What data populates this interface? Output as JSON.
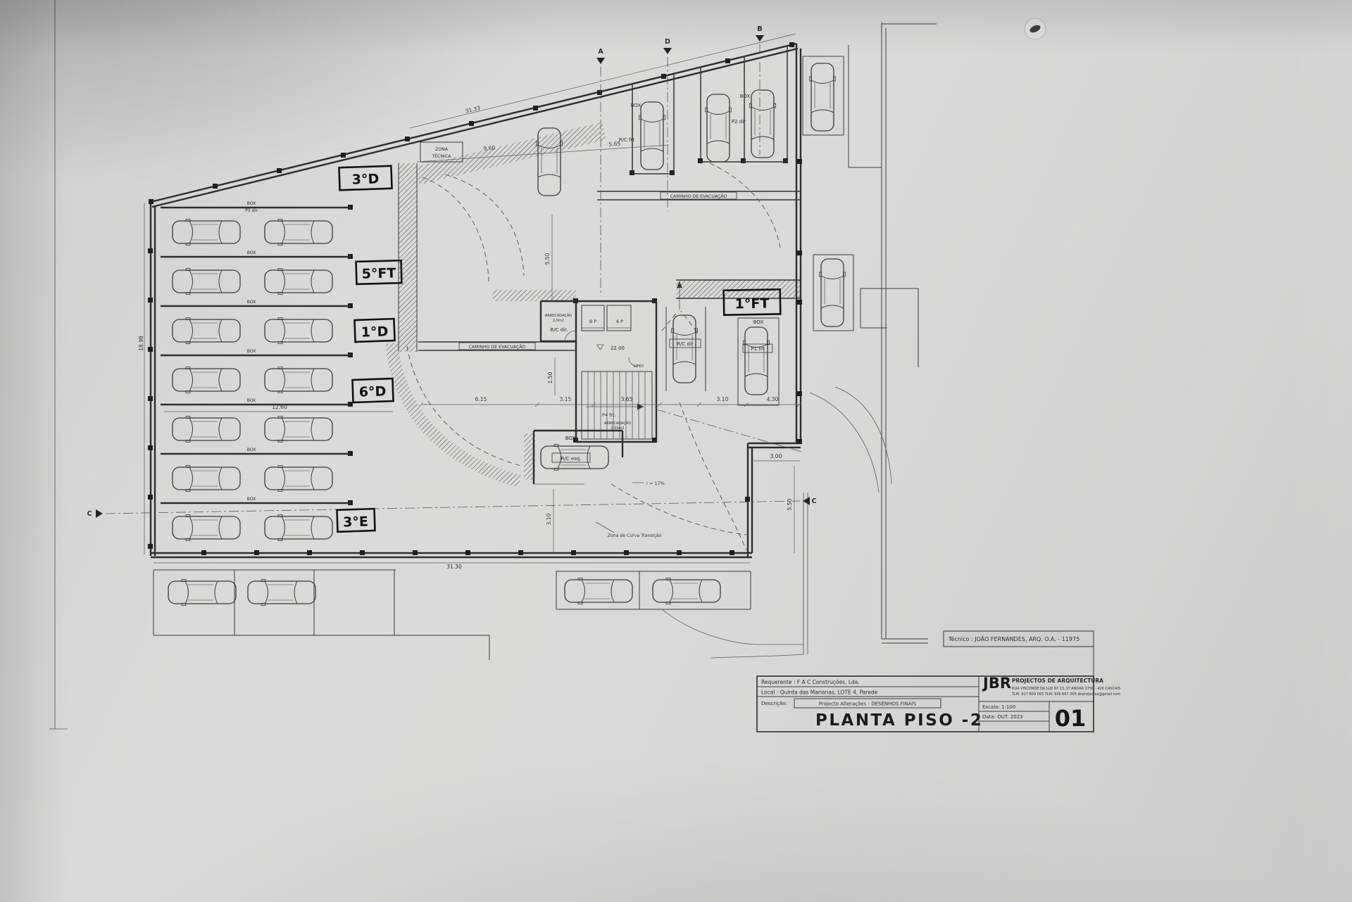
{
  "plan": {
    "handwritten": {
      "unit_3d": "3°D",
      "unit_5ft": "5°FT",
      "unit_1d": "1°D",
      "unit_6d": "6°D",
      "unit_3e": "3°E",
      "unit_1ft": "1°FT"
    },
    "labels": {
      "zona_tecnica_1": "ZONA",
      "zona_tecnica_2": "TÉCNICA",
      "caminho_evacuacao": "CAMINHO DE EVACUAÇÃO",
      "box": "BOX",
      "p3_dir": "P3 dir",
      "rc_frt": "R/C frt",
      "p2_dir": "P2 dir",
      "rc_dir_room": "R/C dir.",
      "rc_dir_stall": "R/C dir",
      "p1_frt": "P1 frt",
      "p4_frt": "P4 frt.",
      "rc_esq": "R/C esq.",
      "arrecadacao": "ARRECADAÇÃO",
      "arrecadacao_area_1": "2,0m2",
      "arrecadacao_area_2": "2,50m2",
      "cf60": "CF60",
      "elevator_1": "B P",
      "elevator_2": "6 P",
      "level": "22.00",
      "slope": "i = 17%",
      "zona_curva": "Zona de Curva Transição"
    },
    "grid": {
      "a": "A",
      "b": "B",
      "c": "C",
      "d": "D"
    },
    "dimensions": {
      "top_total": "31.33",
      "top_a": "9.60",
      "top_b": "5.65",
      "left_total": "18.98",
      "stall_width": "12.60",
      "mid_1": "6.15",
      "mid_2": "3.15",
      "mid_3": "3.65",
      "mid_4": "3.10",
      "mid_5": "4.30",
      "right_a": "3.00",
      "right_b": "5.50",
      "ramp_a": "5.50",
      "ramp_b": "1.50",
      "ramp_c": "3.10",
      "bottom_total": "31.30"
    }
  },
  "titleblock": {
    "tecnico": "Técnico : JOÃO FERNANDES, ARQ.   O.A. - 11975",
    "requerente": "Requerente : F A C Construções, Lda.",
    "local": "Local : Quinta das Marianas, LOTE 4, Parede",
    "descricao_label": "Descrição:",
    "descricao_value": "Projecto Alterações - DESENHOS FINAIS",
    "drawing_title": "PLANTA PISO -2",
    "firm_initials": "JBR",
    "firm_name": "PROJECTOS DE ARQUITECTURA",
    "firm_address_1": "RUA VISCONDE DA LUZ Nº 13, 1º ANDAR   2750 - 416   CASCAIS",
    "firm_address_2": "TLM. 917 609 055   TLM. 936 667 005   jbrprojectos@gmail.com",
    "escala": "Escala: 1:100",
    "data": "Data: OUT. 2023",
    "sheet_number": "01"
  }
}
